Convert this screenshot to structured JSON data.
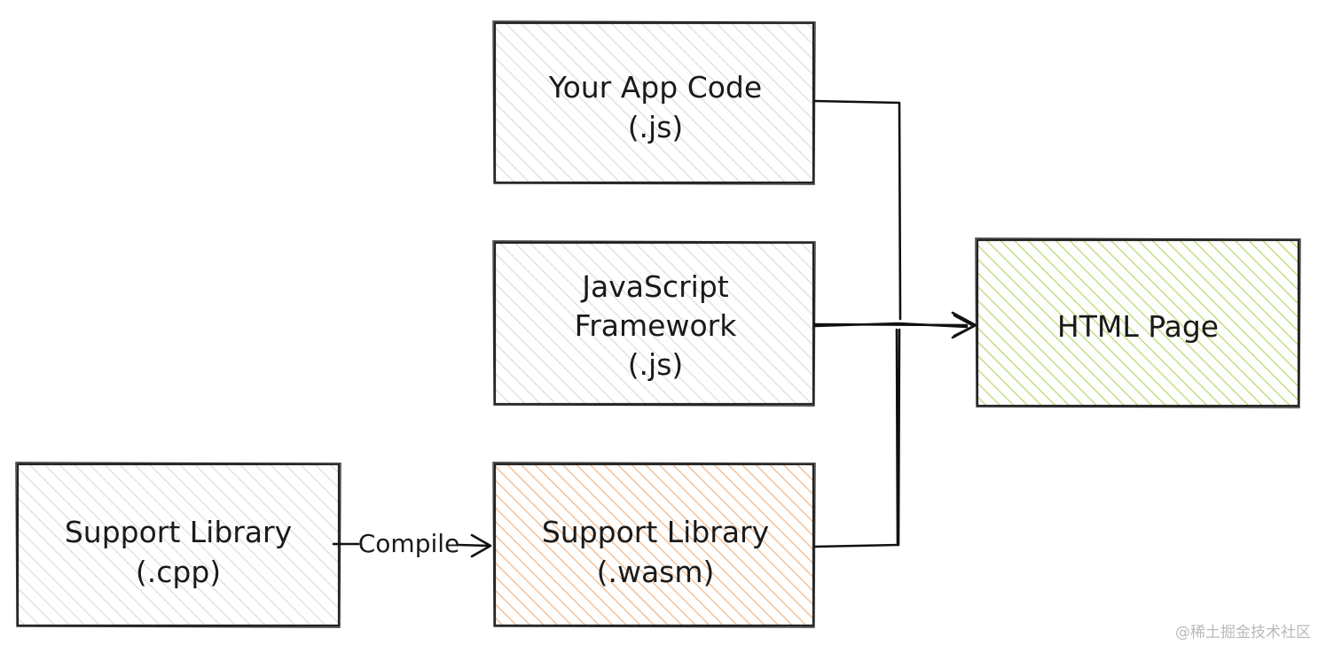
{
  "nodes": {
    "app_code": {
      "lines": [
        "Your App Code",
        "(.js)"
      ],
      "fill": "#e9e9e9"
    },
    "framework": {
      "lines": [
        "JavaScript",
        "Framework",
        "(.js)"
      ],
      "fill": "#e9e9e9"
    },
    "lib_wasm": {
      "lines": [
        "Support Library",
        "(.wasm)"
      ],
      "fill": "#f5c7a0"
    },
    "lib_cpp": {
      "lines": [
        "Support Library",
        "(.cpp)"
      ],
      "fill": "#e9e9e9"
    },
    "html_page": {
      "lines": [
        "HTML Page"
      ],
      "fill": "#c8e28e"
    }
  },
  "edges": {
    "compile_label": "Compile"
  },
  "watermark": "@稀土掘金技术社区"
}
